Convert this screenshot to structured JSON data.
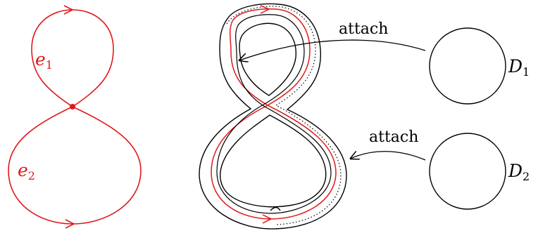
{
  "figure": {
    "left": {
      "edge_top": {
        "name": "e",
        "subscript": "1"
      },
      "edge_bottom": {
        "name": "e",
        "subscript": "2"
      }
    },
    "right": {
      "disk_top": {
        "name": "D",
        "subscript": "1"
      },
      "disk_bottom": {
        "name": "D",
        "subscript": "2"
      },
      "attach_top": "attach",
      "attach_bottom": "attach"
    }
  },
  "colors": {
    "red": "#e0181b",
    "black": "#000000"
  }
}
